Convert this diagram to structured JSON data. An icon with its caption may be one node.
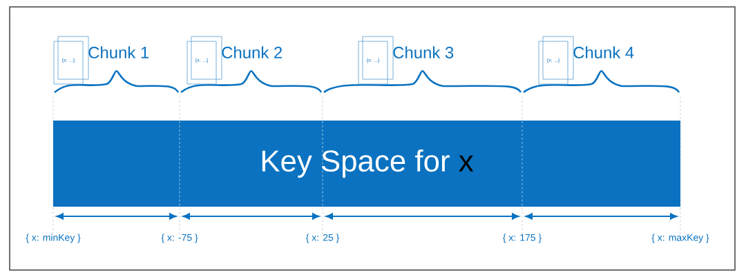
{
  "diagram": {
    "nodes": [
      {
        "text": [
          "Chunk 1"
        ]
      },
      {
        "text": [
          "Chunk 2"
        ]
      },
      {
        "text": [
          "Chunk 3"
        ]
      },
      {
        "text": [
          "Chunk 4"
        ]
      },
      {
        "text": [
          "Key Space for",
          "x"
        ]
      }
    ],
    "labels": [
      "{x: ...}",
      "{x: ...}",
      "{x: ...}",
      "{x: ...}",
      "{ x: minKey }",
      "{ x: -75 }",
      "{ x: 25 }",
      "{ x: 175 }",
      "{ x: maxKey }"
    ]
  }
}
